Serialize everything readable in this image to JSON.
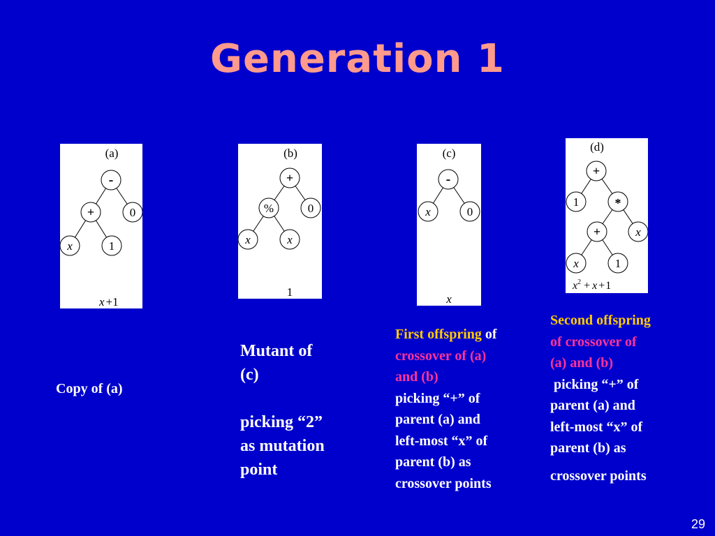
{
  "title": "Generation 1",
  "slide_number": "29",
  "colors": {
    "background": "#0000cc",
    "title": "#ff9a8c",
    "highlight_yellow": "#ffcc00",
    "highlight_magenta": "#ff3399",
    "text": "#ffffff"
  },
  "trees": {
    "a": {
      "label": "(a)",
      "nodes": [
        "-",
        "+",
        "0",
        "x",
        "1"
      ],
      "expr_var": "x",
      "expr_op": "+",
      "expr_const": "1"
    },
    "b": {
      "label": "(b)",
      "nodes": [
        "+",
        "%",
        "0",
        "x",
        "x"
      ],
      "expr": "1"
    },
    "c": {
      "label": "(c)",
      "nodes": [
        "-",
        "x",
        "0"
      ],
      "expr": "x"
    },
    "d": {
      "label": "(d)",
      "nodes": [
        "+",
        "1",
        "*",
        "+",
        "x",
        "x",
        "1"
      ],
      "expr_x": "x",
      "expr_sup": "2",
      "expr_plus1": "+",
      "expr_x2": "x",
      "expr_plus2": "+",
      "expr_one": "1"
    }
  },
  "captions": {
    "a": "Copy of (a)",
    "b": {
      "line1": "Mutant of",
      "line2": "(c)",
      "line3": "picking “2”",
      "line4": "as mutation",
      "line5": "point"
    },
    "c": {
      "yellow": "First offspring",
      "of": " of",
      "mag1": "crossover of (a)",
      "mag2": "and (b)",
      "l1": "picking “+” of",
      "l2": "parent (a) and",
      "l3": "left-most “x” of",
      "l4": "parent (b) as",
      "l5": "crossover points"
    },
    "d": {
      "yellow": "Second offspring",
      "mag1": "of crossover of",
      "mag2": "(a) and (b)",
      "l1": " picking “+” of",
      "l2": "parent (a) and",
      "l3": "left-most “x” of",
      "l4": "parent (b) as",
      "l5": "crossover points"
    }
  }
}
